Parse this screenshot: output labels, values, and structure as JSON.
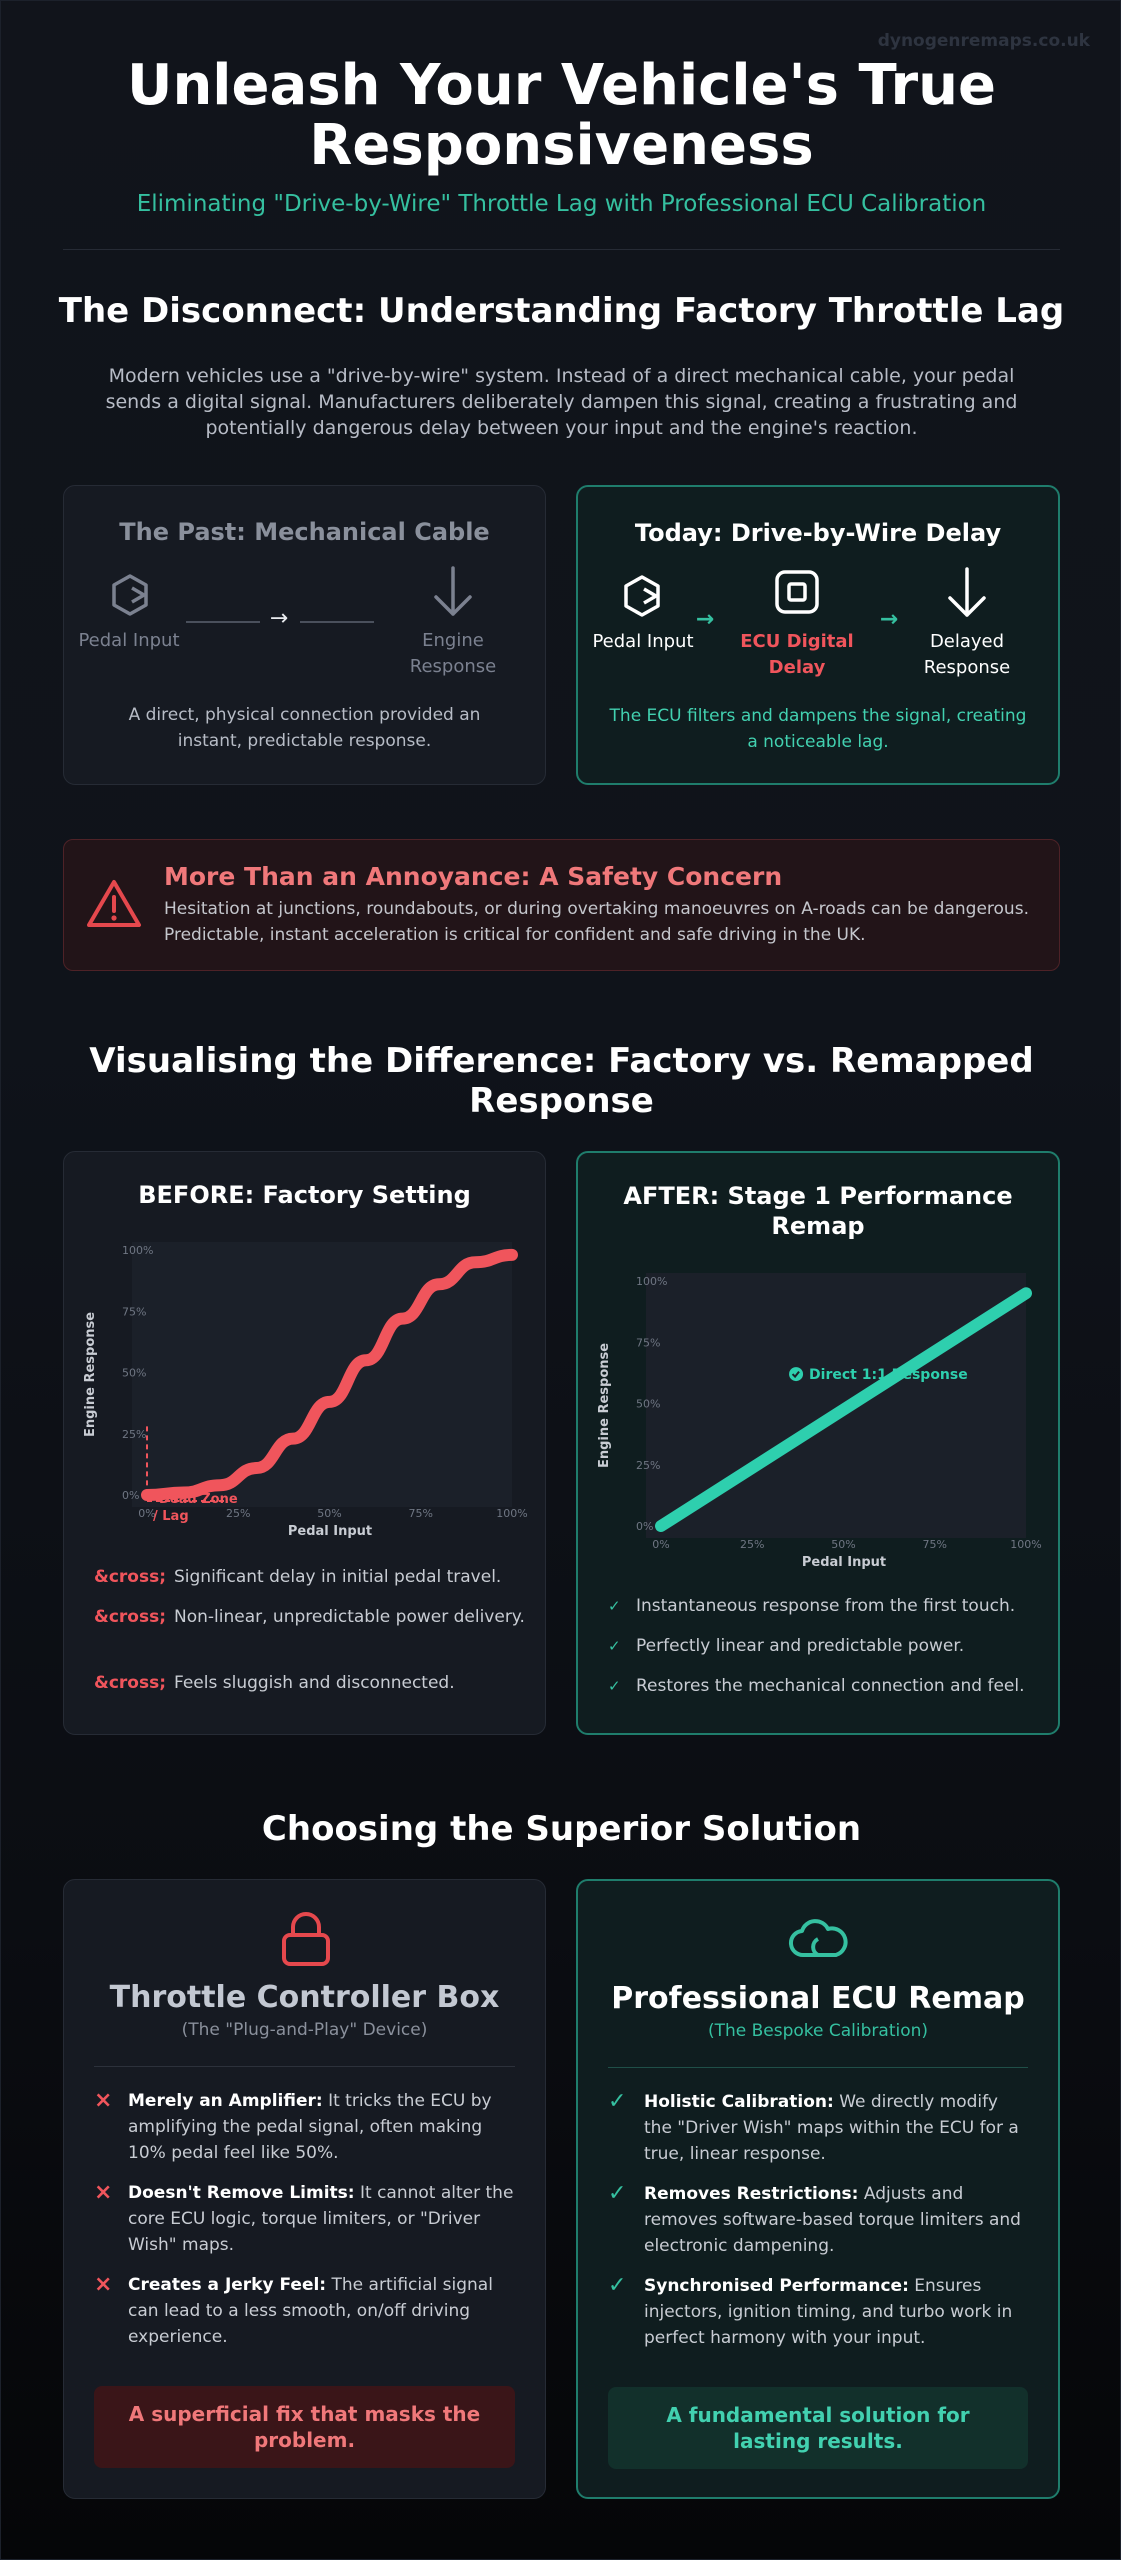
{
  "brand": "dynogenremaps.co.uk",
  "hero": {
    "title": "Unleash Your Vehicle's True Responsiveness",
    "subtitle": "Eliminating \"Drive-by-Wire\" Throttle Lag with Professional ECU Calibration"
  },
  "disconnect": {
    "heading": "The Disconnect: Understanding Factory Throttle Lag",
    "intro": "Modern vehicles use a \"drive-by-wire\" system. Instead of a direct mechanical cable, your pedal sends a digital signal. Manufacturers deliberately dampen this signal, creating a frustrating and potentially dangerous delay between your input and the engine's reaction.",
    "past": {
      "title": "The Past: Mechanical Cable",
      "pedal": "Pedal Input",
      "arrow": "→",
      "engine": "Engine Response",
      "caption": "A direct, physical connection provided an instant, predictable response."
    },
    "today": {
      "title": "Today: Drive-by-Wire Delay",
      "pedal": "Pedal Input",
      "arrow": "→",
      "ecu": "ECU Digital Delay",
      "engine": "Delayed Response",
      "caption": "The ECU filters and dampens the signal, creating a noticeable lag."
    }
  },
  "safety": {
    "title": "More Than an Annoyance: A Safety Concern",
    "text": "Hesitation at junctions, roundabouts, or during overtaking manoeuvres on A-roads can be dangerous. Predictable, instant acceleration is critical for confident and safe driving in the UK."
  },
  "visualising": {
    "heading": "Visualising the Difference: Factory vs. Remapped Response",
    "before": {
      "title": "BEFORE: Factory Setting",
      "points": [
        {
          "mark": "&cross;",
          "text": "Significant delay in initial pedal travel."
        },
        {
          "mark": "&cross;",
          "text": "Non-linear, unpredictable power delivery."
        },
        {
          "mark": "&cross;",
          "text": "Feels sluggish and disconnected."
        }
      ]
    },
    "after": {
      "title": "AFTER: Stage 1 Performance Remap",
      "points": [
        {
          "mark": "✓",
          "text": "Instantaneous response from the first touch."
        },
        {
          "mark": "✓",
          "text": "Perfectly linear and predictable power."
        },
        {
          "mark": "✓",
          "text": "Restores the mechanical connection and feel."
        }
      ]
    }
  },
  "chart_data": [
    {
      "type": "line",
      "title": "",
      "xlabel": "Pedal Input",
      "ylabel": "Engine Response",
      "x_ticks": [
        "0%",
        "25%",
        "50%",
        "75%",
        "100%"
      ],
      "y_ticks": [
        "0%",
        "25%",
        "50%",
        "75%",
        "100%"
      ],
      "xlim": [
        0,
        100
      ],
      "ylim": [
        0,
        100
      ],
      "annotation": "Dead Zone / Lag",
      "series": [
        {
          "x": [
            0,
            10,
            20,
            30,
            40,
            50,
            60,
            70,
            80,
            90,
            100
          ],
          "y": [
            0,
            1,
            4,
            11,
            23,
            38,
            55,
            72,
            86,
            95,
            98
          ],
          "color": "#f0555c"
        }
      ]
    },
    {
      "type": "line",
      "title": "",
      "xlabel": "Pedal Input",
      "ylabel": "Engine Response",
      "x_ticks": [
        "0%",
        "25%",
        "50%",
        "75%",
        "100%"
      ],
      "y_ticks": [
        "0%",
        "25%",
        "50%",
        "75%",
        "100%"
      ],
      "xlim": [
        0,
        100
      ],
      "ylim": [
        0,
        100
      ],
      "annotation": "Direct 1:1 Response",
      "series": [
        {
          "x": [
            0,
            100
          ],
          "y": [
            0,
            95
          ],
          "color": "#2ecfae"
        }
      ]
    }
  ],
  "choosing": {
    "heading": "Choosing the Superior Solution",
    "box": {
      "title": "Throttle Controller Box",
      "subtitle": "(The \"Plug-and-Play\" Device)",
      "mark": "×",
      "items": [
        {
          "bold": "Merely an Amplifier:",
          "text": " It tricks the ECU by amplifying the pedal signal, often making 10% pedal feel like 50%."
        },
        {
          "bold": "Doesn't Remove Limits:",
          "text": " It cannot alter the core ECU logic, torque limiters, or \"Driver Wish\" maps."
        },
        {
          "bold": "Creates a Jerky Feel:",
          "text": " The artificial signal can lead to a less smooth, on/off driving experience."
        }
      ],
      "verdict": "A superficial fix that masks the problem."
    },
    "remap": {
      "title": "Professional ECU Remap",
      "subtitle": "(The Bespoke Calibration)",
      "mark": "✓",
      "items": [
        {
          "bold": "Holistic Calibration:",
          "text": " We directly modify the \"Driver Wish\" maps within the ECU for a true, linear response."
        },
        {
          "bold": "Removes Restrictions:",
          "text": " Adjusts and removes software-based torque limiters and electronic dampening."
        },
        {
          "bold": "Synchronised Performance:",
          "text": " Ensures injectors, ignition timing, and turbo work in perfect harmony with your input."
        }
      ],
      "verdict": "A fundamental solution for lasting results."
    }
  },
  "colors": {
    "teal": "#35c0a0",
    "red": "#f0555c",
    "muted": "#8a909c"
  }
}
